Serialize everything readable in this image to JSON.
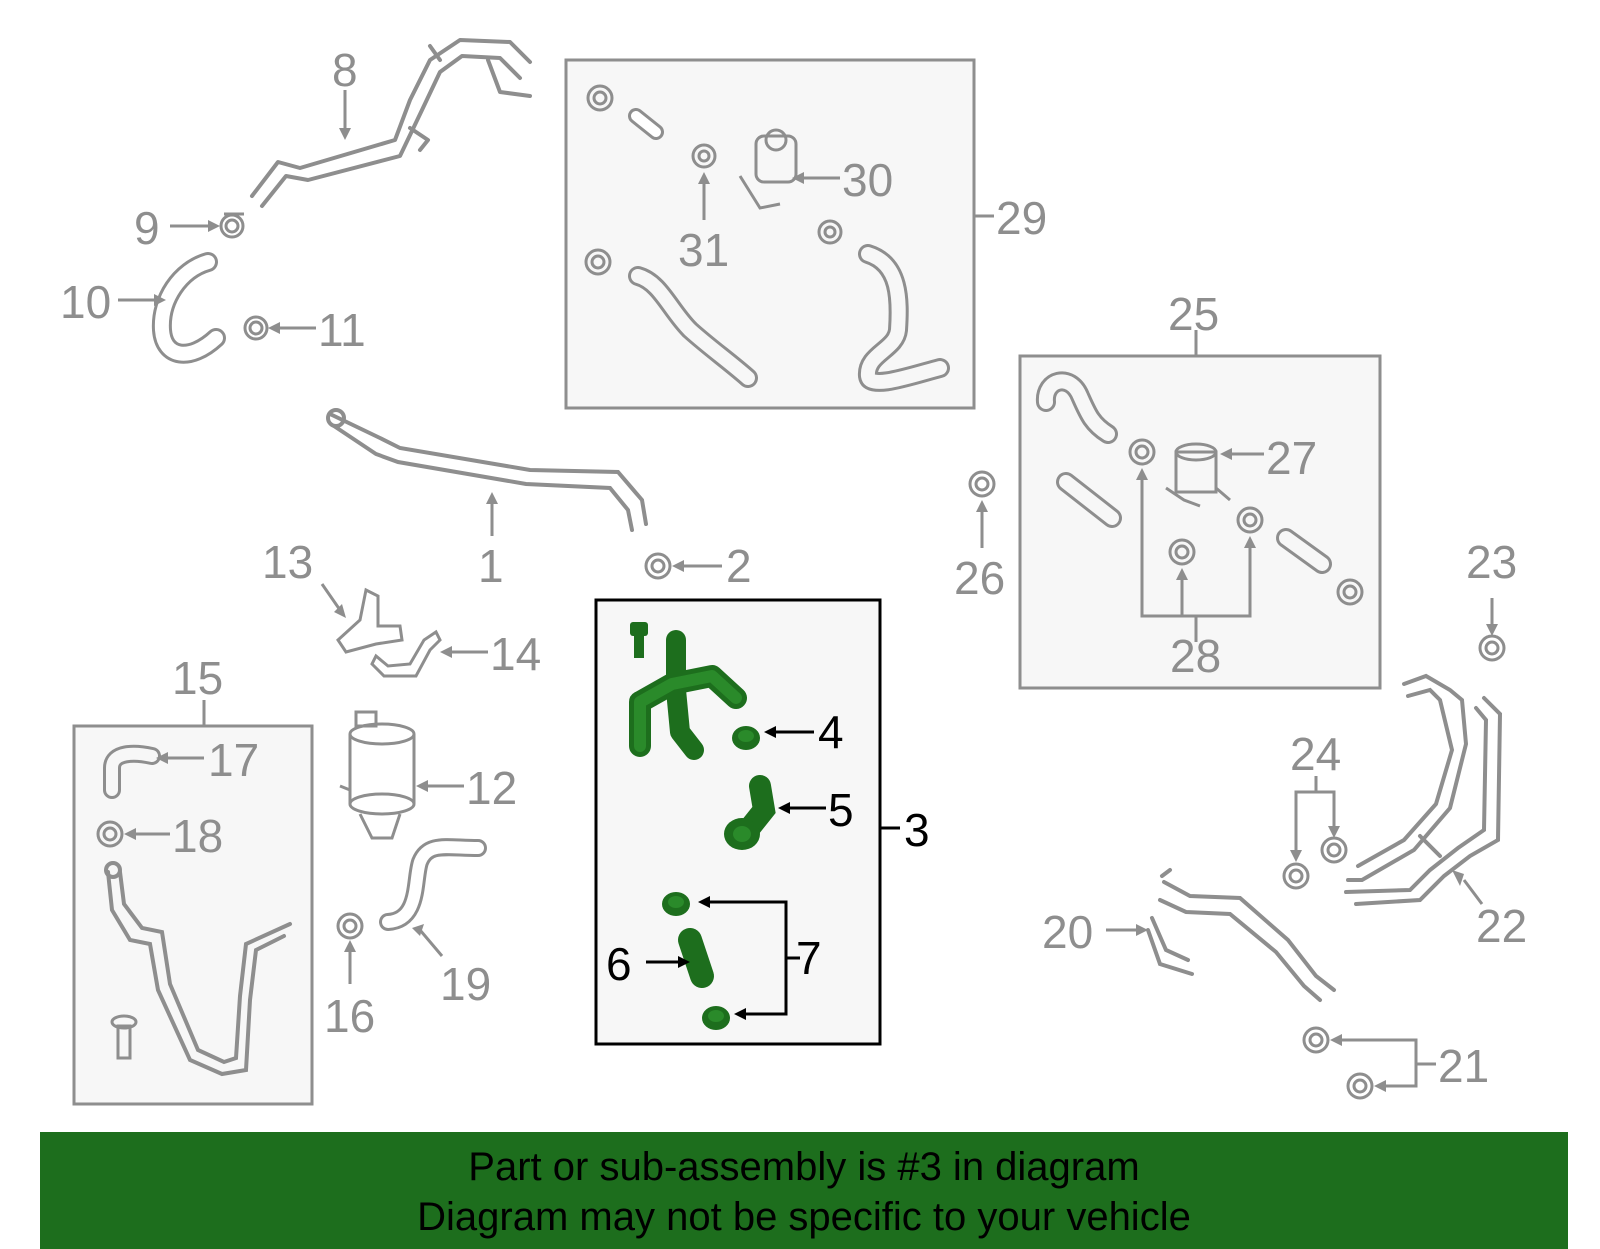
{
  "callouts": {
    "c1": "1",
    "c2": "2",
    "c3": "3",
    "c4": "4",
    "c5": "5",
    "c6": "6",
    "c7": "7",
    "c8": "8",
    "c9": "9",
    "c10": "10",
    "c11": "11",
    "c12": "12",
    "c13": "13",
    "c14": "14",
    "c15": "15",
    "c16": "16",
    "c17": "17",
    "c18": "18",
    "c19": "19",
    "c20": "20",
    "c21": "21",
    "c22": "22",
    "c23": "23",
    "c24": "24",
    "c25": "25",
    "c26": "26",
    "c27": "27",
    "c28": "28",
    "c29": "29",
    "c30": "30",
    "c31": "31"
  },
  "banner": {
    "line1": "Part or sub-assembly is #3 in diagram",
    "line2": "Diagram may not be specific to your vehicle"
  },
  "colors": {
    "highlight": "#1d6e1d",
    "part_gray": "#8e8e8e",
    "box_fill": "#f7f7f7",
    "background": "#ffffff"
  }
}
